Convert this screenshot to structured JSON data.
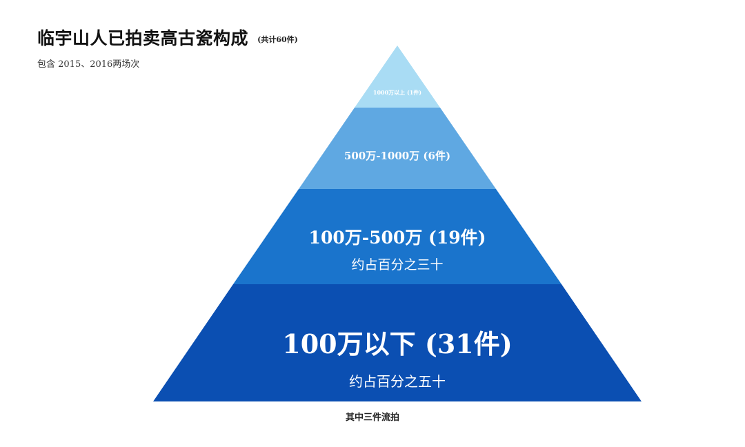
{
  "title": "临宇山人已拍卖高古瓷构成",
  "title_note": "(共计60件)",
  "subtitle": "包含 2015、2016两场次",
  "tiers": [
    {
      "label": "1000万以上 (1件)",
      "sub": "",
      "color": "#a9dcf4"
    },
    {
      "label": "500万-1000万 (6件)",
      "sub": "",
      "color": "#5fa8e2"
    },
    {
      "label": "100万-500万 (19件)",
      "sub": "约占百分之三十",
      "color": "#1a74cc"
    },
    {
      "label": "100万以下 (31件)",
      "sub": "约占百分之五十",
      "color": "#0b4fb2"
    }
  ],
  "footnote": "其中三件流拍"
}
